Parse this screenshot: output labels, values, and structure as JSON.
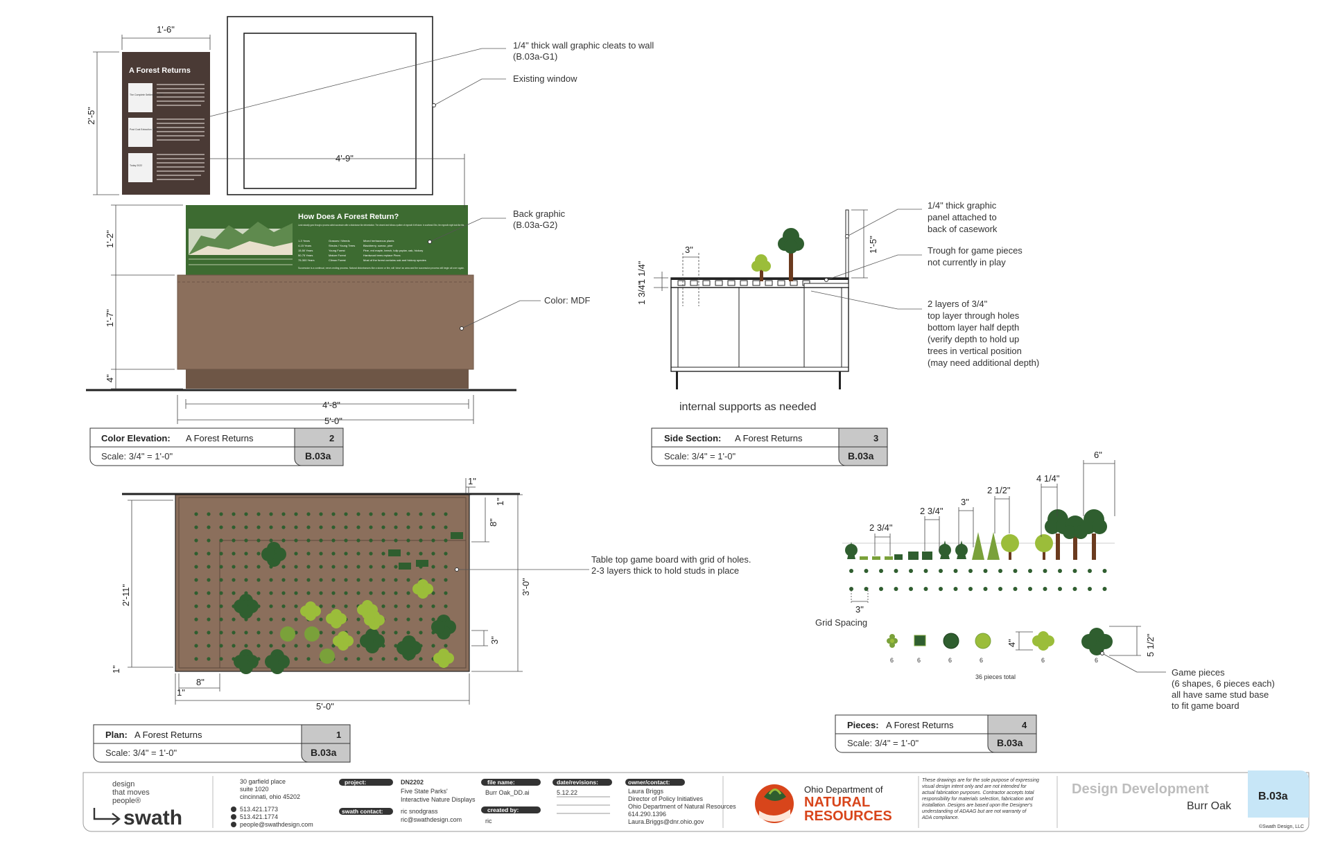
{
  "colors": {
    "green": "#3d6b31",
    "dark_green": "#2f5e2f",
    "mdf": "#8b6f5c",
    "mdf_dark": "#6e5646",
    "panel": "#4a3a35",
    "light_green": "#9bbd3a",
    "accent_orange": "#d8451b",
    "tag_blue": "#c7e6f7"
  },
  "top": {
    "dims": {
      "w_panel": "1'-6\"",
      "h_panel": "2'-5\"",
      "window": "4'-9\"",
      "h_back": "1'-2\"",
      "h_case": "1'-7\"",
      "h_base": "4\"",
      "w_inner": "4'-8\"",
      "w_outer": "5'-0\""
    },
    "panel_title": "A Forest Returns",
    "panel_cards": [
      "The Complete Settlement 1790",
      "Post Coal Extraction 1900",
      "Today 2022"
    ],
    "back_title": "How Does A Forest Return?",
    "back_intro": "Land naturally goes through a process called succession after a disturbance like deforestation. The cleared land follows a pattern of regrowth it left alone. In southeast Ohio, the regrowth might look like this.",
    "back_rows": [
      [
        "1-3 Years",
        "Grasses / Weeds",
        "Mixed herbaceous plants"
      ],
      [
        "4-15 Years",
        "Shrubs / Young Trees",
        "Blackberry, sumac, pine"
      ],
      [
        "15-50 Years",
        "Young Forest",
        "Pine, red maple, beech, tulip poplar, oak, hickory"
      ],
      [
        "50-75 Years",
        "Mature Forest",
        "Hardwood trees replace Pines"
      ],
      [
        "75-300 Years",
        "Climax Forest",
        "Most of the forest contains oak and hickory species"
      ]
    ],
    "back_footer": "Succession is a continual, never-ending process. Natural disturbances like a storm or fire, will 'clear' an area and the succession process will begin all over again.",
    "callouts": {
      "cleats": "1/4\" thick wall graphic cleats to wall",
      "cleats_ref": "(B.03a-G1)",
      "window": "Existing window",
      "back": "Back graphic",
      "back_ref": "(B.03a-G2)",
      "mdf": "Color: MDF"
    }
  },
  "side": {
    "dims": {
      "h_panel": "1'-5\"",
      "three": "3\"",
      "one_q": "1 1/4\"",
      "one_tq": "1 3/4\""
    },
    "callouts": {
      "panel": [
        "1/4\" thick graphic",
        "panel attached to",
        "back of casework"
      ],
      "trough": [
        "Trough for game pieces",
        "not currently in play"
      ],
      "layers": [
        "2 layers of 3/4\"",
        "top layer through holes",
        "bottom layer half depth",
        "(verify depth to hold up",
        "trees in vertical position",
        "(may need additional depth)"
      ]
    },
    "note": "internal supports as needed"
  },
  "plan": {
    "dims": {
      "one_top": "1\"",
      "eight_top": "8\"",
      "one_right": "1\"",
      "h_inner": "2'-11\"",
      "h_outer": "3'-0\"",
      "three": "3\"",
      "one_bottom": "1\"",
      "one_left": "1\"",
      "eight_bottom": "8\"",
      "w_outer": "5'-0\""
    },
    "callout": [
      "Table top game board with grid of holes.",
      "2-3 layers thick to hold studs in place"
    ]
  },
  "pieces": {
    "heights": [
      "2 3/4\"",
      "2 3/4\"",
      "3\"",
      "2 1/2\"",
      "4 1/4\"",
      "6\""
    ],
    "grid_dim": "3\"",
    "grid_label": "Grid Spacing",
    "counts": [
      "6",
      "6",
      "6",
      "6",
      "6",
      "6"
    ],
    "size_4": "4\"",
    "size_5": "5 1/2\"",
    "total": "36 pieces total",
    "callout": [
      "Game pieces",
      "(6 shapes, 6 pieces each)",
      "all have same stud base",
      "to fit game board"
    ]
  },
  "title_blocks": [
    {
      "name": "Color Elevation:",
      "subtitle": "A Forest Returns",
      "number": "2",
      "scale": "Scale: 3/4\" = 1'-0\"",
      "sheet": "B.03a"
    },
    {
      "name": "Side Section:",
      "subtitle": "A Forest Returns",
      "number": "3",
      "scale": "Scale: 3/4\" = 1'-0\"",
      "sheet": "B.03a"
    },
    {
      "name": "Plan:",
      "subtitle": "A Forest Returns",
      "number": "1",
      "scale": "Scale: 3/4\" = 1'-0\"",
      "sheet": "B.03a"
    },
    {
      "name": "Pieces:",
      "subtitle": "A Forest Returns",
      "number": "4",
      "scale": "Scale: 3/4\" = 1'-0\"",
      "sheet": "B.03a"
    }
  ],
  "footer": {
    "tagline": [
      "design",
      "that moves",
      "people®"
    ],
    "logo": "swath",
    "address": [
      "30 garfield place",
      "suite 1020",
      "cincinnati, ohio 45202"
    ],
    "phone1": "513.421.1773",
    "phone2": "513.421.1774",
    "email": "people@swathdesign.com",
    "project_label": "project:",
    "project_no": "DN2202",
    "project_name": [
      "Five State Parks'",
      "Interactive Nature Displays"
    ],
    "contact_label": "swath contact:",
    "contact": [
      "ric snodgrass",
      "ric@swathdesign.com"
    ],
    "file_label": "file name:",
    "file": "Burr Oak_DD.ai",
    "created_label": "created by:",
    "created": "ric",
    "date_label": "date/revisions:",
    "date": "5.12.22",
    "owner_label": "owner/contact:",
    "owner": [
      "Laura Briggs",
      "Director of Policy Initiatives",
      "Ohio Department of Natural Resources",
      "614.290.1396",
      "Laura.Briggs@dnr.ohio.gov"
    ],
    "odnr_top": "Ohio Department of",
    "odnr_1": "NATURAL",
    "odnr_2": "RESOURCES",
    "disclaimer": [
      "These drawings are for the sole purpose of expressing",
      "visual design intent only and are not intended for",
      "actual fabrication purposes. Contractor accepts total",
      "responsibility for materials selection, fabrication and",
      "installation. Designs are based upon the Designer's",
      "understanding of ADAAG but are not warranty of",
      "ADA compliance."
    ],
    "phase": "Design Development",
    "site": "Burr Oak",
    "sheet": "B.03a",
    "copyright": "©Swath Design, LLC"
  }
}
